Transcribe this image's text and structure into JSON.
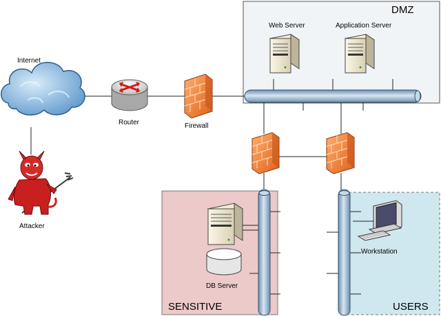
{
  "zones": {
    "dmz": "DMZ",
    "sensitive": "SENSITIVE",
    "users": "USERS"
  },
  "labels": {
    "internet": "Internet",
    "router": "Router",
    "firewall": "Firewall",
    "attacker": "Attacker",
    "web_server": "Web Server",
    "application_server": "Application Server",
    "db_server": "DB Server",
    "workstation": "Workstation"
  },
  "icons": {
    "internet": "cloud-icon",
    "router": "router-icon",
    "firewall": "firewall-icon",
    "attacker": "devil-icon",
    "server": "server-icon",
    "database": "database-icon",
    "workstation": "workstation-icon"
  },
  "colors": {
    "dmz_fill": "#f0f4f8",
    "sensitive_fill": "#eccaca",
    "users_fill": "#cfe7ee",
    "bus": "#a9c4d9",
    "firewall": "#f07a2e",
    "attacker": "#c8201e",
    "cloud": "#7fb0dc"
  }
}
